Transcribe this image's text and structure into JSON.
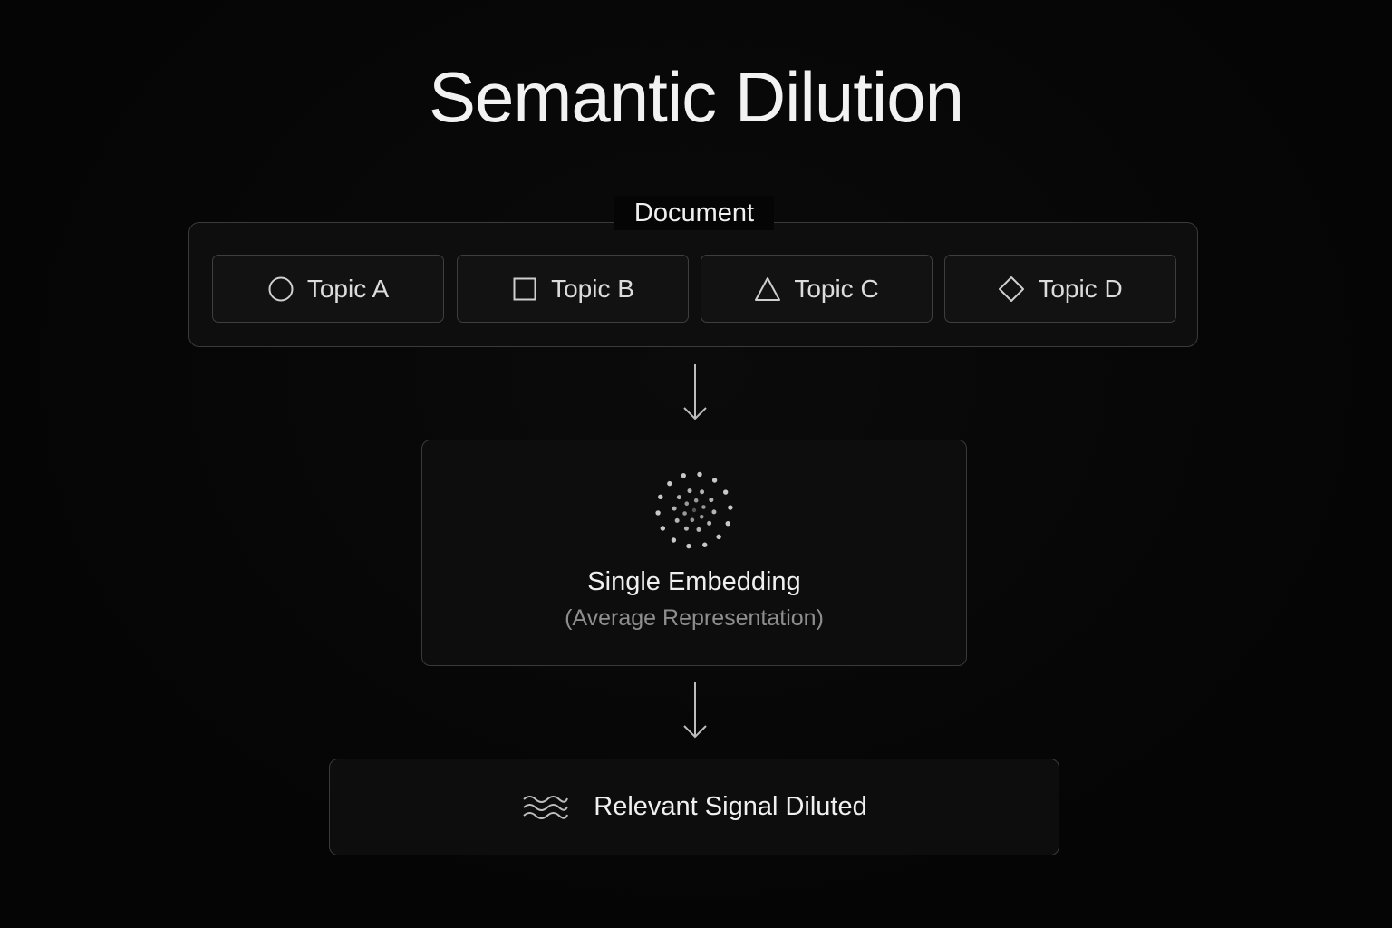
{
  "title": "Semantic Dilution",
  "document": {
    "label": "Document",
    "topics": [
      {
        "label": "Topic A",
        "icon": "circle-icon"
      },
      {
        "label": "Topic B",
        "icon": "square-icon"
      },
      {
        "label": "Topic C",
        "icon": "triangle-icon"
      },
      {
        "label": "Topic D",
        "icon": "diamond-icon"
      }
    ]
  },
  "embedding": {
    "title": "Single Embedding",
    "subtitle": "(Average Representation)",
    "icon": "dot-cluster-icon"
  },
  "result": {
    "label": "Relevant Signal Diluted",
    "icon": "wave-icon"
  },
  "colors": {
    "background": "#050505",
    "border": "#3a3a3a",
    "text": "#f0f0f0",
    "muted_text": "#8e8e8e"
  }
}
